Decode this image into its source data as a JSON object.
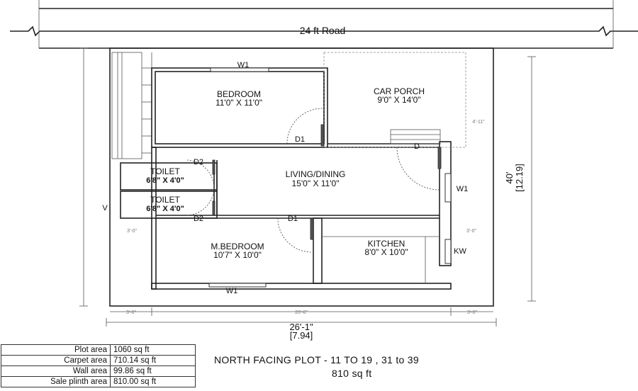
{
  "road": {
    "label": "24 ft Road"
  },
  "rooms": {
    "bedroom": {
      "name": "BEDROOM",
      "size": "11'0\" X 11'0\""
    },
    "car_porch": {
      "name": "CAR PORCH",
      "size": "9'0\" X 14'0\""
    },
    "toilet1": {
      "name": "TOILET",
      "size": "6'8\" X 4'0\""
    },
    "toilet2": {
      "name": "TOILET",
      "size": "6'8\" X 4'0\""
    },
    "living": {
      "name": "LIVING/DINING",
      "size": "15'0\" X 11'0\""
    },
    "master": {
      "name": "M.BEDROOM",
      "size": "10'7\" X 10'0\""
    },
    "kitchen": {
      "name": "KITCHEN",
      "size": "8'0\" X 10'0\""
    }
  },
  "openings": {
    "w1_top": "W1",
    "w1_right": "W1",
    "w1_bottom": "W1",
    "d1_top": "D1",
    "d1_bottom": "D1",
    "d2_top": "D2",
    "d2_bottom": "D2",
    "d_main": "D",
    "kw": "KW",
    "v": "V"
  },
  "dimensions": {
    "width": "26'-1\"",
    "width_m": "[7.94]",
    "depth": "40'",
    "depth_m": "[12.19]",
    "setback_left": "3'-0\"",
    "setback_middle": "20'-6\"",
    "setback_right": "3'-0\"",
    "setback_side_left": "3'-0\"",
    "setback_side_right": "3'-0\"",
    "porch_offset": "4'-11\""
  },
  "area_table": [
    {
      "label": "Plot area",
      "value": "1060 sq ft"
    },
    {
      "label": "Carpet area",
      "value": "710.14 sq ft"
    },
    {
      "label": "Wall area",
      "value": "99.86 sq ft"
    },
    {
      "label": "Sale plinth area",
      "value": "810.00 sq ft"
    }
  ],
  "caption": {
    "line1": "NORTH  FACING PLOT - 11 TO 19 , 31 to 39",
    "line2": "810 sq ft"
  }
}
